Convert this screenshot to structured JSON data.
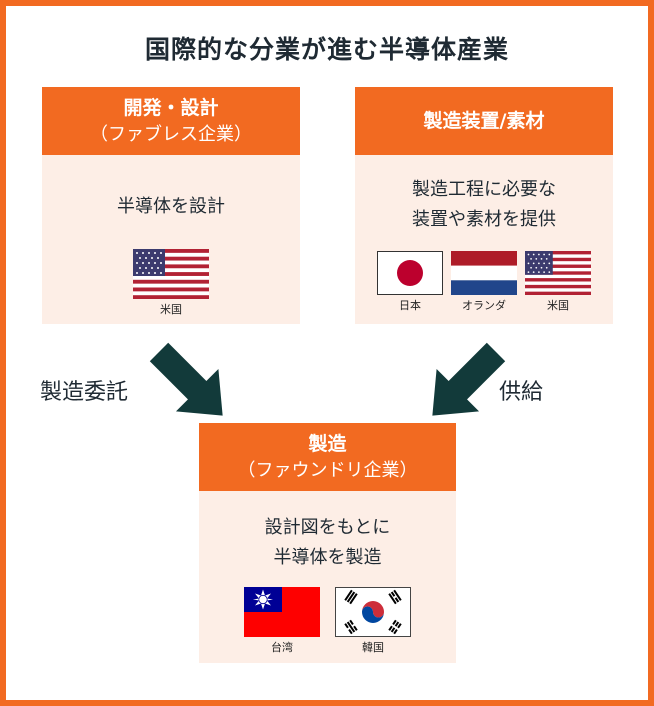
{
  "title": "国際的な分業が進む半導体産業",
  "design_box": {
    "title": "開発・設計",
    "subtitle": "（ファブレス企業）",
    "description": "半導体を設計",
    "flags": [
      {
        "label": "米国",
        "icon": "us-flag-icon"
      }
    ]
  },
  "equipment_box": {
    "title": "製造装置/素材",
    "description_lines": [
      "製造工程に必要な",
      "装置や素材を提供"
    ],
    "flags": [
      {
        "label": "日本",
        "icon": "japan-flag-icon"
      },
      {
        "label": "オランダ",
        "icon": "netherlands-flag-icon"
      },
      {
        "label": "米国",
        "icon": "us-flag-icon"
      }
    ]
  },
  "manufacturing_box": {
    "title": "製造",
    "subtitle": "（ファウンドリ企業）",
    "description_lines": [
      "設計図をもとに",
      "半導体を製造"
    ],
    "flags": [
      {
        "label": "台湾",
        "icon": "taiwan-flag-icon"
      },
      {
        "label": "韓国",
        "icon": "korea-flag-icon"
      }
    ]
  },
  "arrows": {
    "left_label": "製造委託",
    "right_label": "供給"
  },
  "colors": {
    "accent": "#f26a21",
    "box_fill": "#fdeee6",
    "arrow": "#123a3a",
    "text": "#1f2a33"
  }
}
